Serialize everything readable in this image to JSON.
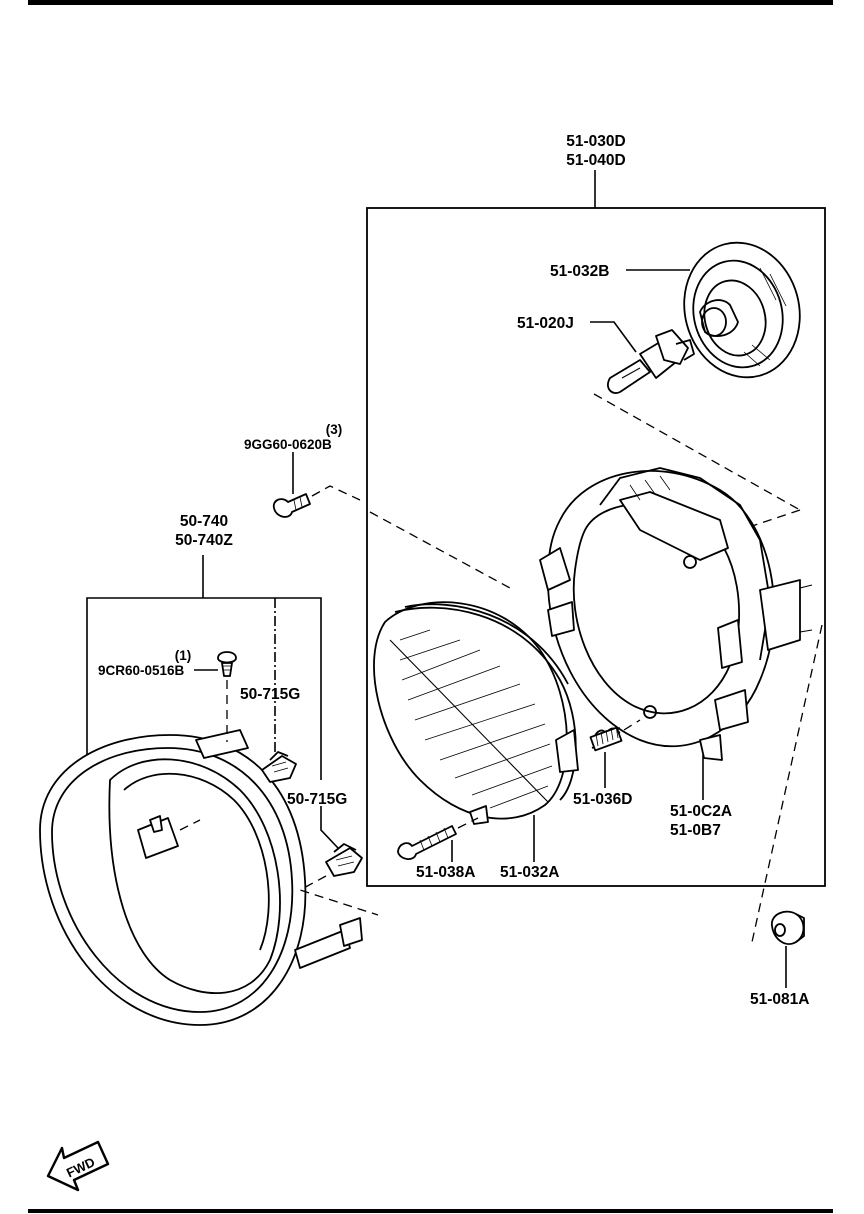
{
  "labels": {
    "headlamp_assy_1": "51-030D",
    "headlamp_assy_2": "51-040D",
    "socket_cover": "51-032B",
    "bulb": "51-020J",
    "screw_qty": "(3)",
    "screw": "9GG60-0620B",
    "bezel_1": "50-740",
    "bezel_2": "50-740Z",
    "tap_screw_qty": "(1)",
    "tap_screw": "9CR60-0516B",
    "clip_upper": "50-715G",
    "clip_lower": "50-715G",
    "adjuster_spring": "51-036D",
    "housing_1": "51-0C2A",
    "housing_2": "51-0B7",
    "adjust_screw": "51-038A",
    "lens_unit": "51-032A",
    "grommet_nut": "51-081A",
    "fwd": "FWD"
  }
}
